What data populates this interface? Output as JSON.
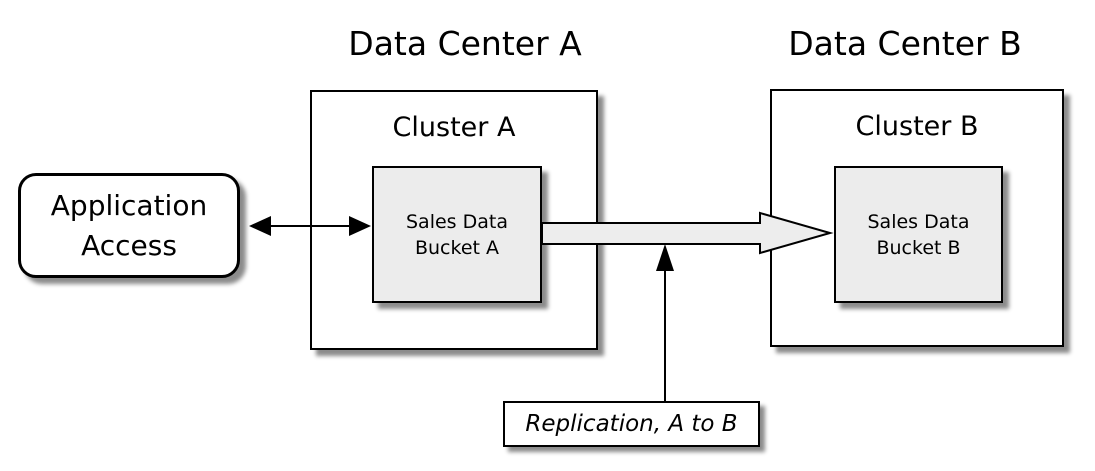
{
  "diagram": {
    "data_centers": [
      {
        "title": "Data Center A",
        "cluster_label": "Cluster A",
        "bucket_line1": "Sales Data",
        "bucket_line2": "Bucket A"
      },
      {
        "title": "Data Center B",
        "cluster_label": "Cluster B",
        "bucket_line1": "Sales Data",
        "bucket_line2": "Bucket B"
      }
    ],
    "application_access": {
      "line1": "Application",
      "line2": "Access"
    },
    "replication": {
      "label": "Replication, A to B"
    },
    "colors": {
      "background": "#ffffff",
      "border": "#000000",
      "box_fill": "#ffffff",
      "bucket_fill": "#ececec",
      "flow_arrow_fill": "#ededed",
      "shadow": "#8c8c8c"
    }
  }
}
